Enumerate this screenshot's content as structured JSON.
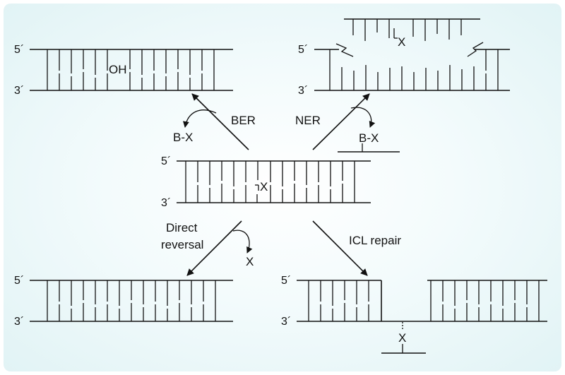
{
  "strand_ends": {
    "five_prime": "5´",
    "three_prime": "3´"
  },
  "labels": {
    "oh": "OH",
    "ber": "BER",
    "ner": "NER",
    "ber_product": "B-X",
    "ner_product": "B-X",
    "center_lesion": "X",
    "ner_lesion": "X",
    "direct_reversal_line1": "Direct",
    "direct_reversal_line2": "reversal",
    "direct_product": "X",
    "icl_repair": "ICL repair",
    "icl_crosslink": "X"
  }
}
